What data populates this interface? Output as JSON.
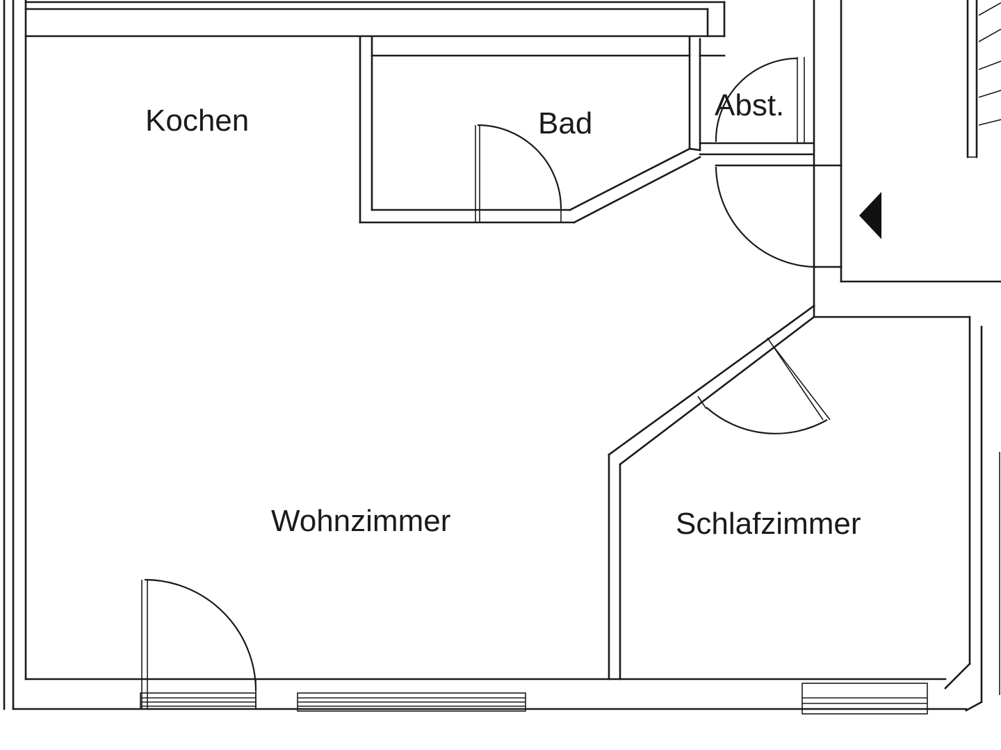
{
  "floor_plan": {
    "rooms": {
      "kitchen": "Kochen",
      "bath": "Bad",
      "storage": "Abst.",
      "living": "Wohnzimmer",
      "bedroom": "Schlafzimmer"
    },
    "entrance_marker": "arrow-left-icon"
  }
}
